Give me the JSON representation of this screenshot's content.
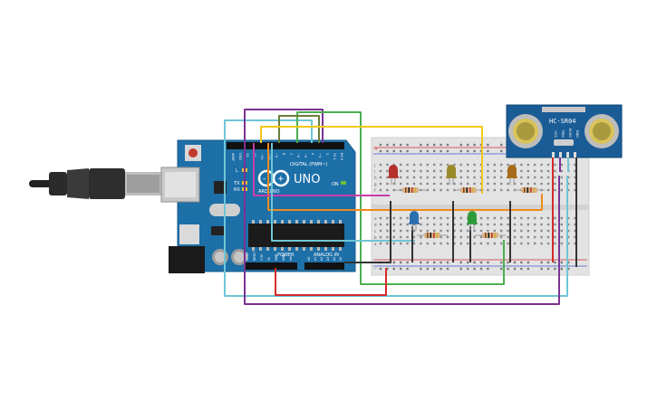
{
  "arduino": {
    "logo_text": "ARDUINO",
    "model": "UNO",
    "digital_header": "DIGITAL (PWM~)",
    "power_header": "POWER",
    "analog_header": "ANALOG IN",
    "on_label": "ON",
    "l_label": "L",
    "tx_label": "TX",
    "rx_label": "RX",
    "pin_labels_top": [
      "AREF",
      "GND",
      "13",
      "12",
      "~11",
      "~10",
      "~9",
      "8",
      "7",
      "~6",
      "~5",
      "4",
      "~3",
      "2",
      "TX 1",
      "RX 0"
    ],
    "pin_labels_power": [
      "IOREF",
      "RESET",
      "3.3V",
      "5V",
      "GND",
      "GND",
      "Vin"
    ],
    "pin_labels_analog": [
      "A0",
      "A1",
      "A2",
      "A3",
      "A4",
      "A5"
    ]
  },
  "sensor": {
    "name": "HC-SR04",
    "pins": [
      "VCC",
      "TRIG",
      "ECHO",
      "GND"
    ]
  },
  "breadboard": {
    "row_letters_top": [
      "j",
      "i",
      "h",
      "g",
      "f"
    ],
    "row_letters_bottom": [
      "e",
      "d",
      "c",
      "b",
      "a"
    ],
    "rail_plus": "+",
    "rail_minus": "-"
  },
  "components": {
    "leds": [
      {
        "color_name": "red",
        "color": "#b5302a"
      },
      {
        "color_name": "yellow",
        "color": "#9a8a2a"
      },
      {
        "color_name": "orange",
        "color": "#a86a1a"
      },
      {
        "color_name": "blue",
        "color": "#2a6fb0"
      },
      {
        "color_name": "green",
        "color": "#2f9a3a"
      }
    ],
    "resistor_count": 5
  },
  "colors": {
    "board": "#1d6fa8",
    "board_dark": "#155987",
    "wire_purple": "#7b3294",
    "wire_cyan": "#6ec6d6",
    "wire_green": "#4caf50",
    "wire_yellow": "#f2c81a",
    "wire_orange": "#f08a1c",
    "wire_red": "#d62a2a",
    "wire_black": "#333333",
    "wire_magenta": "#c83ca8",
    "wire_blue": "#3a78c8"
  }
}
